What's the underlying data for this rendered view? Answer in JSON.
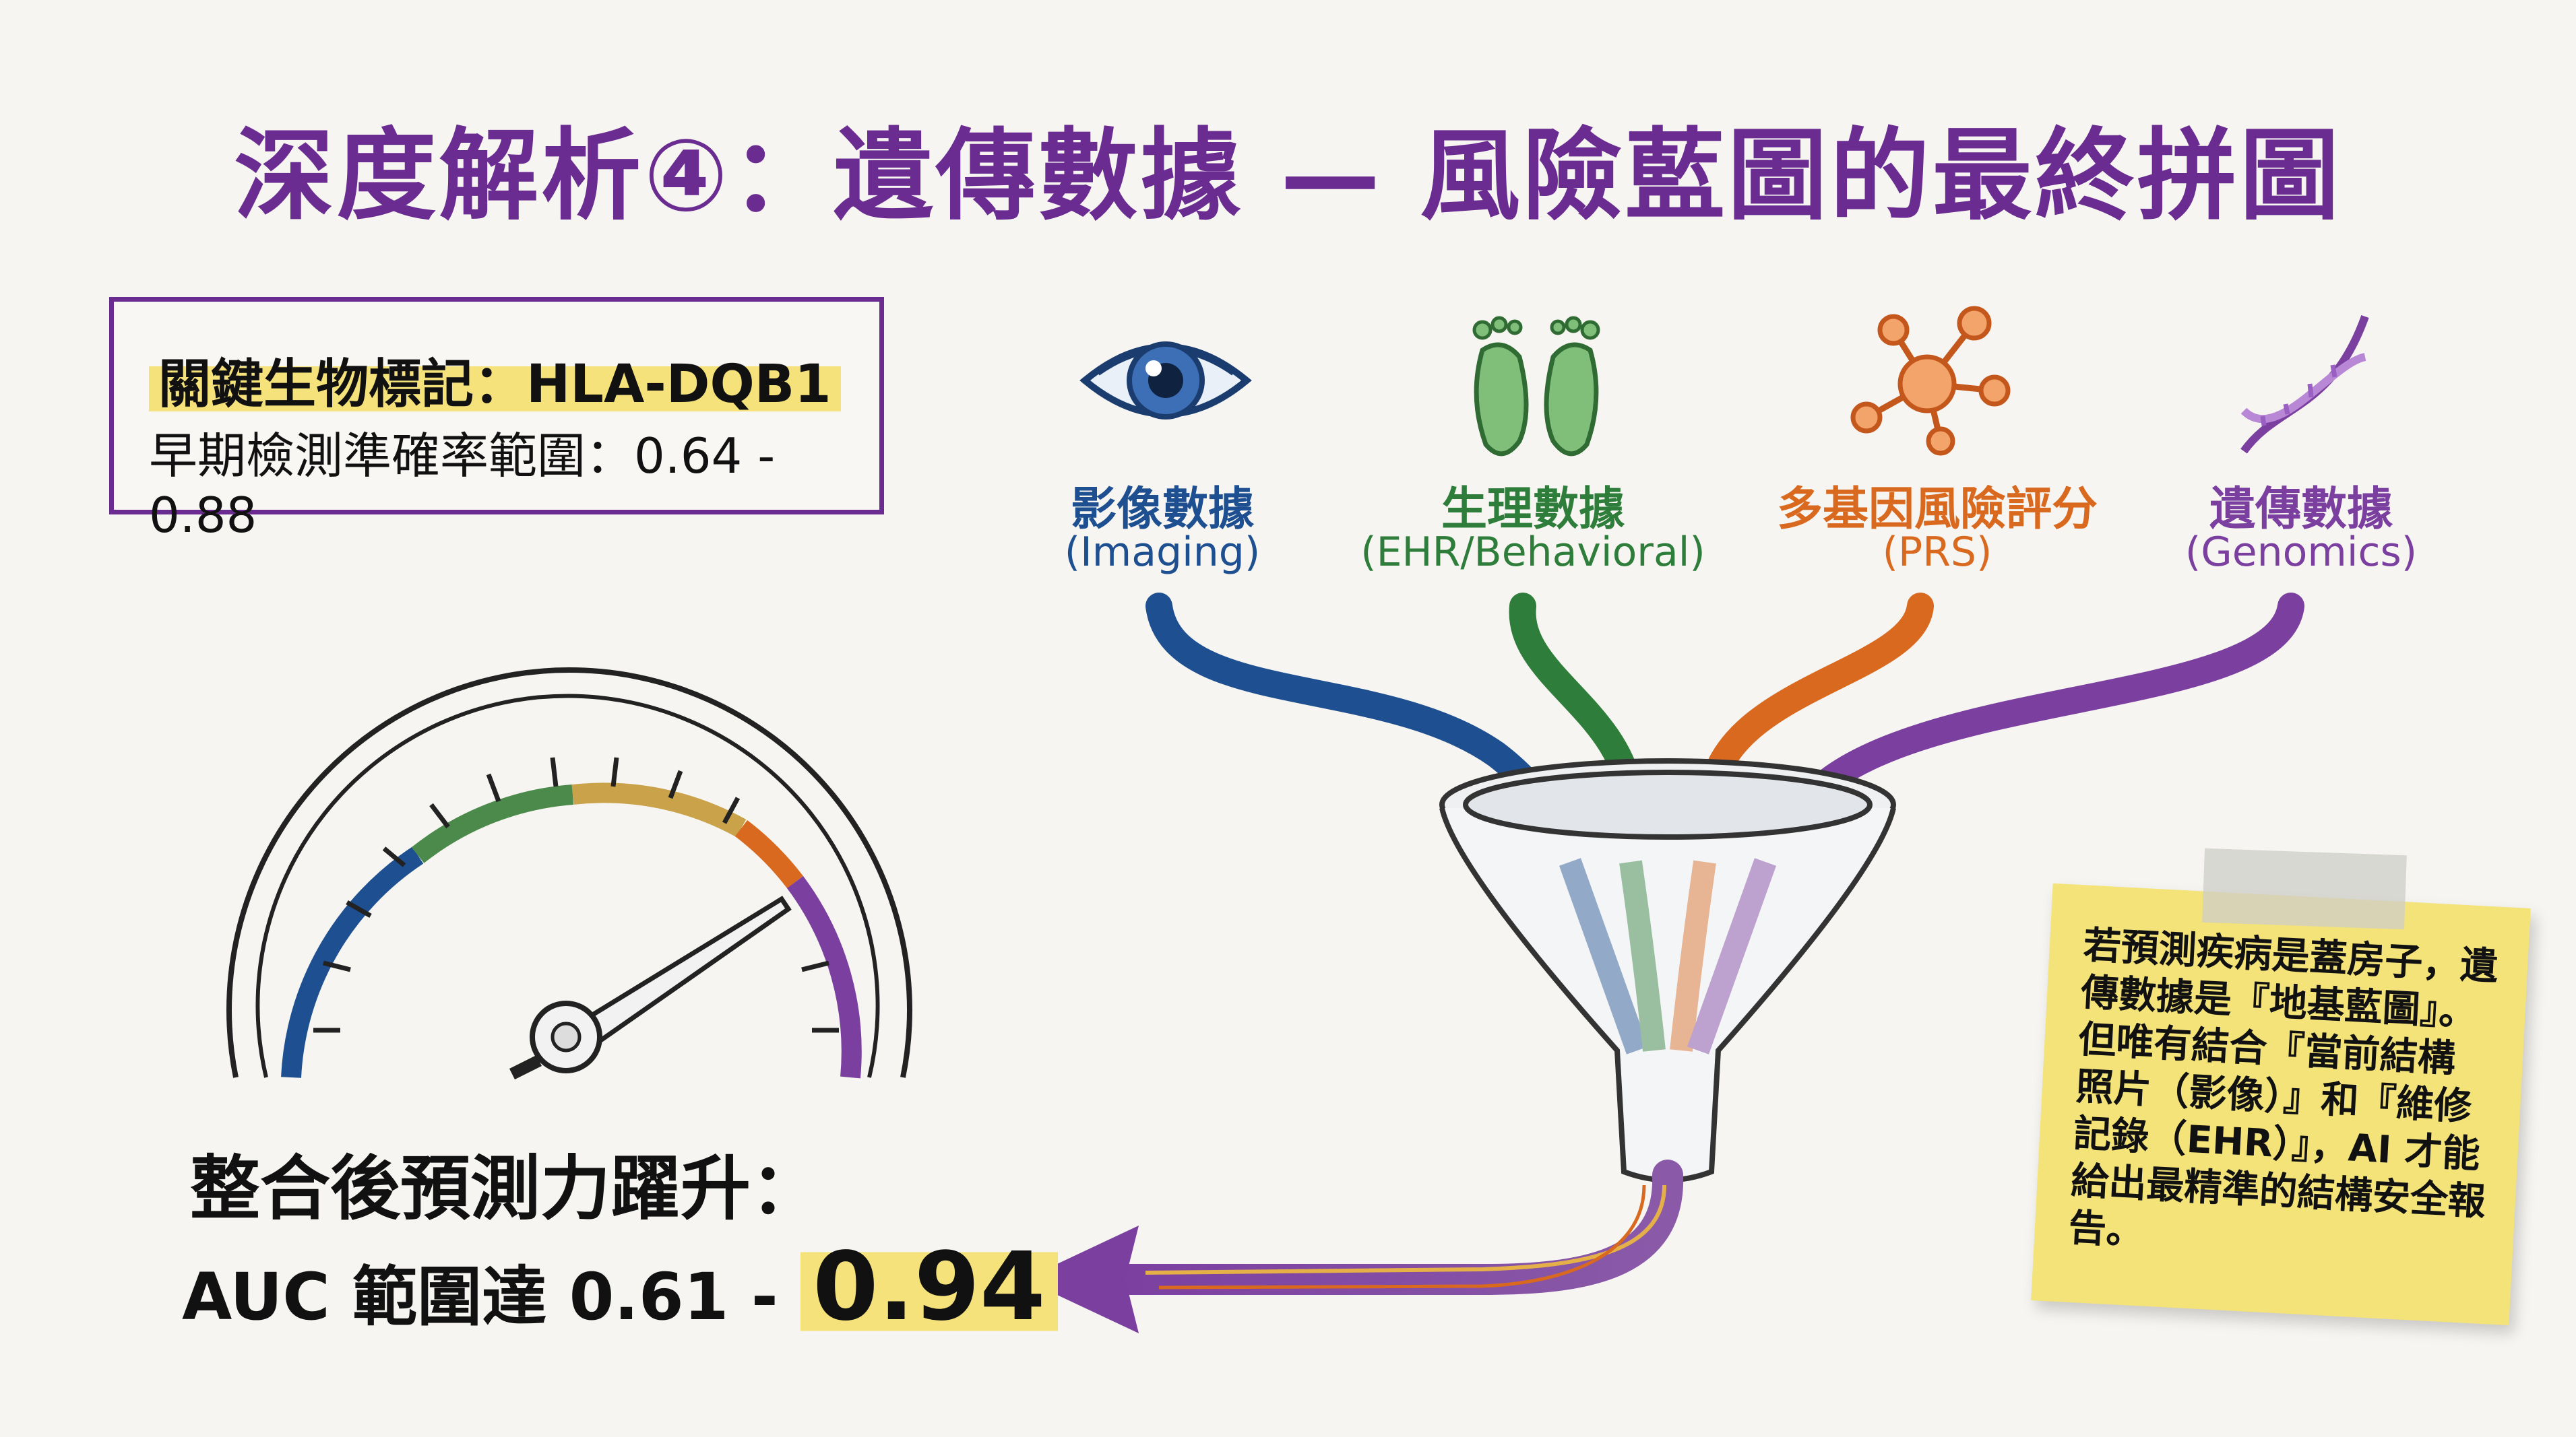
{
  "title": "深度解析④：遺傳數據 — 風險藍圖的最終拼圖",
  "biomarker": {
    "label": "關鍵生物標記：HLA-DQB1",
    "range": "早期檢測準確率範圍：0.64 - 0.88"
  },
  "sources": [
    {
      "label": "影像數據",
      "sub": "(Imaging)",
      "color": "#1e4f91",
      "icon": "eye-icon"
    },
    {
      "label": "生理數據",
      "sub": "(EHR/Behavioral)",
      "color": "#2e7d3a",
      "icon": "footprints-icon"
    },
    {
      "label": "多基因風險評分",
      "sub": "(PRS)",
      "color": "#d9691f",
      "icon": "molecule-icon"
    },
    {
      "label": "遺傳數據",
      "sub": "(Genomics)",
      "color": "#7b3fa0",
      "icon": "dna-icon"
    }
  ],
  "result": {
    "title": "整合後預測力躍升：",
    "auc_prefix": "AUC 範圍達 0.61 - ",
    "auc_value": "0.94"
  },
  "note": {
    "text": "若預測疾病是蓋房子，遺傳數據是『地基藍圖』。但唯有結合『當前結構 照片（影像）』和『維修記錄（EHR）』，AI 才能給出最精準的結構安全報告。"
  },
  "colors": {
    "purple": "#6a2c91",
    "highlight": "#f6e27a",
    "note": "#f3e378"
  }
}
